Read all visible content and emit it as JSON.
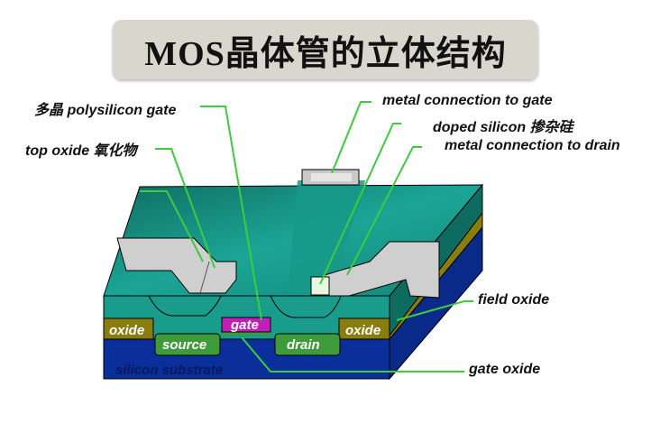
{
  "title": "MOS晶体管的立体结构",
  "labels": {
    "polysilicon_gate": "多晶 polysilicon gate",
    "top_oxide": "top oxide 氧化物",
    "metal_gate": "metal connection to gate",
    "doped_silicon": "doped silicon 掺杂硅",
    "metal_drain": "metal connection to drain",
    "field_oxide": "field oxide",
    "gate_oxide": "gate oxide"
  },
  "inner_labels": {
    "oxide_left": "oxide",
    "oxide_right": "oxide",
    "gate": "gate",
    "source": "source",
    "drain": "drain",
    "substrate": "silicon substrate"
  },
  "colors": {
    "teal": "#1a9c8c",
    "substrate": "#0a2f9a",
    "oxide": "#8a7d10",
    "doped": "#3f9a3a",
    "gate": "#c21fb8",
    "leader": "#3dcc3d"
  }
}
